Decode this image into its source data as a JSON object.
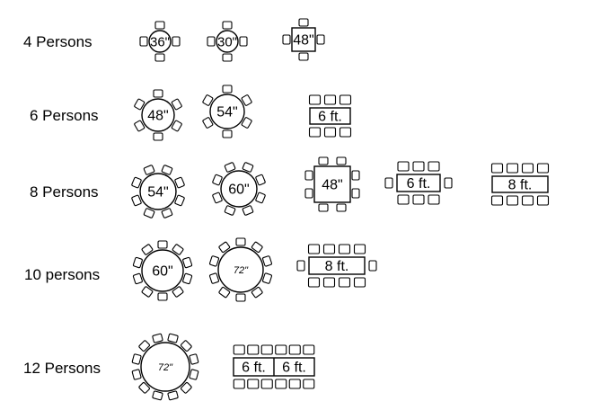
{
  "rows": [
    {
      "label": "4 Persons",
      "tables": [
        {
          "name": "round-36",
          "kind": "round",
          "size_label": "36\"",
          "seats": 4
        },
        {
          "name": "round-30",
          "kind": "round",
          "size_label": "30\"",
          "seats": 4
        },
        {
          "name": "square-48",
          "kind": "square",
          "size_label": "48\"",
          "seats": 4
        }
      ]
    },
    {
      "label": "6 Persons",
      "tables": [
        {
          "name": "round-48",
          "kind": "round",
          "size_label": "48\"",
          "seats": 6
        },
        {
          "name": "round-54",
          "kind": "round",
          "size_label": "54\"",
          "seats": 6
        },
        {
          "name": "rect-6ft",
          "kind": "rect",
          "size_label": "6 ft.",
          "seats": 6
        }
      ]
    },
    {
      "label": "8 Persons",
      "tables": [
        {
          "name": "round-54",
          "kind": "round",
          "size_label": "54\"",
          "seats": 8
        },
        {
          "name": "round-60",
          "kind": "round",
          "size_label": "60\"",
          "seats": 8
        },
        {
          "name": "square-48",
          "kind": "square",
          "size_label": "48\"",
          "seats": 8
        },
        {
          "name": "rect-6ft",
          "kind": "rect",
          "size_label": "6 ft.",
          "seats": 8
        },
        {
          "name": "rect-8ft",
          "kind": "rect",
          "size_label": "8 ft.",
          "seats": 8
        }
      ]
    },
    {
      "label": "10 persons",
      "tables": [
        {
          "name": "round-60",
          "kind": "round",
          "size_label": "60\"",
          "seats": 10
        },
        {
          "name": "round-72",
          "kind": "round",
          "size_label": "72\"",
          "seats": 10
        },
        {
          "name": "rect-8ft",
          "kind": "rect",
          "size_label": "8 ft.",
          "seats": 10
        }
      ]
    },
    {
      "label": "12 Persons",
      "tables": [
        {
          "name": "round-72",
          "kind": "round",
          "size_label": "72\"",
          "seats": 12
        },
        {
          "name": "double-rect-6ft",
          "kind": "double-rect",
          "size_label": [
            "6 ft.",
            "6 ft."
          ],
          "seats": 12
        }
      ]
    }
  ]
}
